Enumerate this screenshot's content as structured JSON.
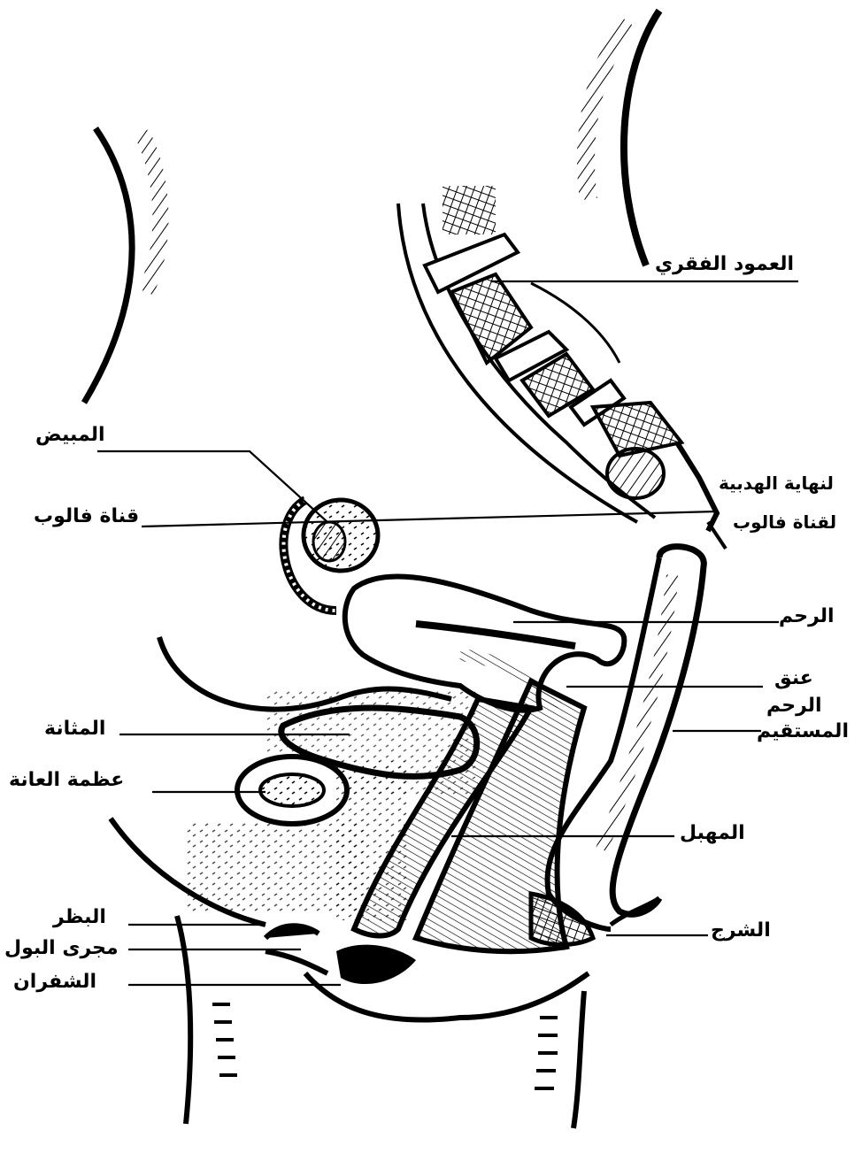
{
  "labels": {
    "spine": "العمود الفقري",
    "ovary": "المبيض",
    "fallopian_tube": "قناة فالوب",
    "fimbriated_end_line1": "لنهاية الهدبية",
    "fimbriated_end_line2": "لقناة فالوب",
    "uterus": "الرحم",
    "cervix_line1": "عنق",
    "cervix_line2": "الرحم",
    "rectum": "المستقيم",
    "bladder": "المثانة",
    "pubic_bone": "عظمة العانة",
    "vagina": "المهبل",
    "anus": "الشرج",
    "clitoris": "البظر",
    "urethra": "مجرى البول",
    "labia": "الشفران"
  }
}
